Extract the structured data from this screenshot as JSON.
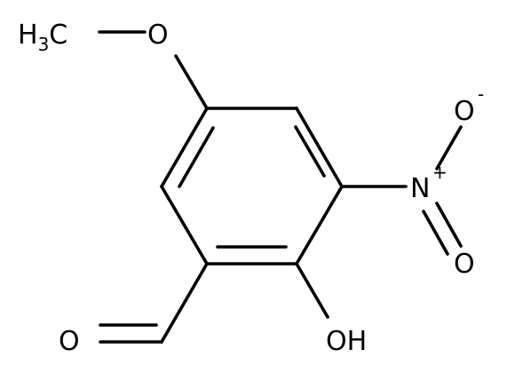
{
  "molecule": {
    "methyl_label": "H",
    "methyl_subscript": "3",
    "methyl_c": "C",
    "ether_oxygen": "O",
    "nitro_n": "N",
    "nitro_n_charge": "+",
    "nitro_o_top": "O",
    "nitro_o_top_charge": "-",
    "nitro_o_bottom": "O",
    "hydroxyl": "OH",
    "aldehyde_oxygen": "O"
  },
  "colors": {
    "bonds": "#000000",
    "labels": "#000000",
    "background": "#ffffff"
  }
}
